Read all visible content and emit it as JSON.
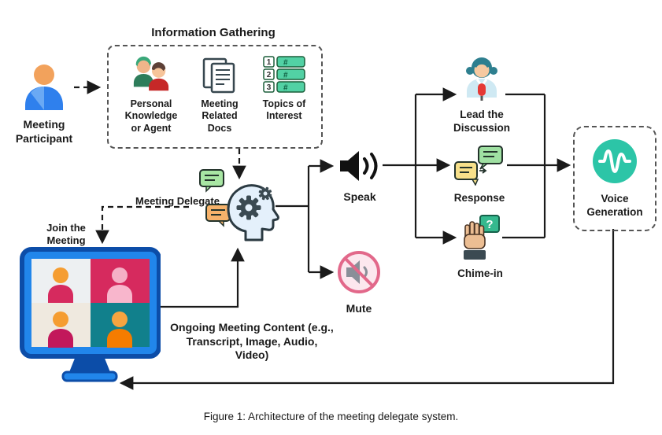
{
  "caption": "Figure 1: Architecture of the meeting delegate system.",
  "labels": {
    "participant": "Meeting Participant",
    "info_gathering_title": "Information Gathering",
    "personal_knowledge": "Personal Knowledge or Agent",
    "meeting_docs": "Meeting Related Docs",
    "topics_of_interest": "Topics of Interest",
    "meeting_delegate": "Meeting Delegate",
    "join_meeting": "Join the Meeting",
    "speak": "Speak",
    "mute": "Mute",
    "lead_discussion": "Lead the Discussion",
    "response": "Response",
    "chime_in": "Chime-in",
    "voice_generation": "Voice Generation",
    "ongoing_content": "Ongoing Meeting Content (e.g., Transcript, Image, Audio, Video)"
  },
  "icon_text": {
    "topics_rows": [
      {
        "num": "1",
        "tag": "#"
      },
      {
        "num": "2",
        "tag": "#"
      },
      {
        "num": "3",
        "tag": "#"
      }
    ],
    "chime_question_mark": "?"
  },
  "icons": {
    "participant": "person-icon",
    "personal_knowledge": "two-people-icon",
    "meeting_docs": "documents-icon",
    "topics_of_interest": "numbered-list-icon",
    "meeting_delegate": "head-gears-chat-icon",
    "speak": "speaker-icon",
    "mute": "muted-speaker-icon",
    "lead_discussion": "presenter-with-mic-icon",
    "response": "chat-bubbles-icon",
    "chime_in": "raised-hand-icon",
    "voice_generation": "waveform-circle-icon",
    "meeting_screen": "video-call-monitor-icon"
  },
  "colors": {
    "line": "#1a1a1a",
    "teal_accent": "#2cc5a7",
    "monitor_blue": "#2186eb",
    "crimson": "#d62a5e",
    "orange": "#f59d31",
    "green_bubble": "#a8e6a3",
    "orange_bubble": "#f6b26b",
    "mute_pink": "#e2688a"
  }
}
